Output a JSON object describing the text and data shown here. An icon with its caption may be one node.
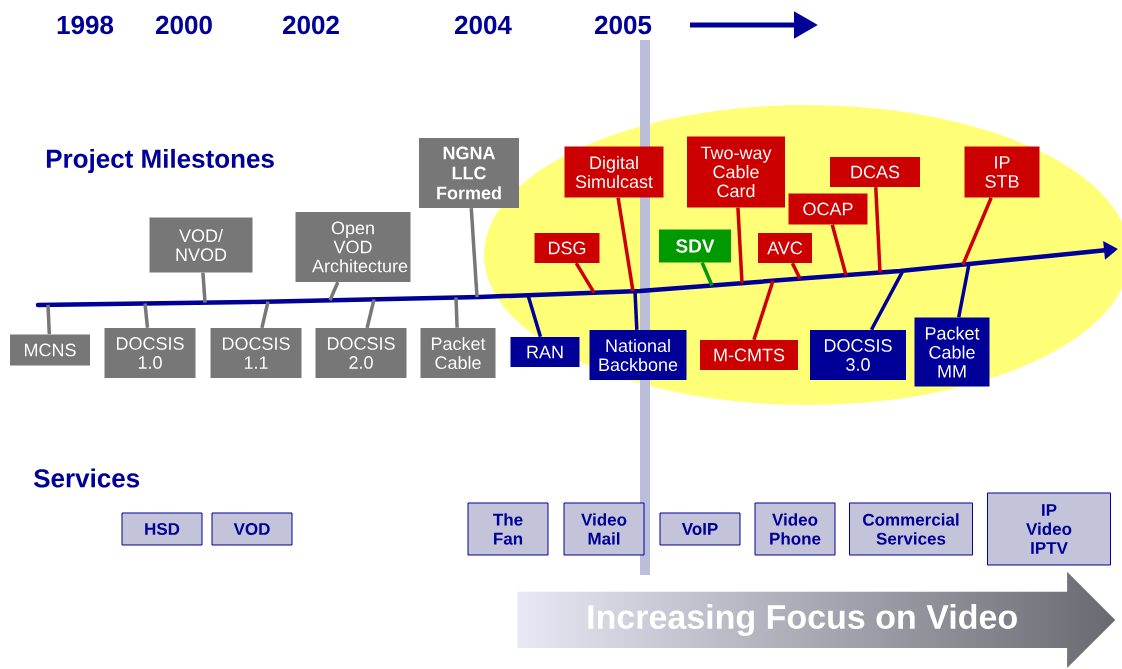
{
  "diagram": {
    "nodes": [
      {
        "text": [
          "NGNA LLC Formed"
        ]
      },
      {
        "text": [
          "Digital Simulcast"
        ]
      },
      {
        "text": [
          "Two-way Cable Card"
        ]
      },
      {
        "text": [
          "DCAS"
        ]
      },
      {
        "text": [
          "IP STB"
        ]
      },
      {
        "text": [
          "VOD/ NVOD"
        ]
      },
      {
        "text": [
          "Open VOD Architecture"
        ]
      },
      {
        "text": [
          "OCAP"
        ]
      },
      {
        "text": [
          "DSG"
        ]
      },
      {
        "text": [
          "SDV"
        ]
      },
      {
        "text": [
          "AVC"
        ]
      },
      {
        "text": [
          "MCNS"
        ]
      },
      {
        "text": [
          "DOCSIS 1.0"
        ]
      },
      {
        "text": [
          "DOCSIS 1.1"
        ]
      },
      {
        "text": [
          "DOCSIS 2.0"
        ]
      },
      {
        "text": [
          "Packet Cable"
        ]
      },
      {
        "text": [
          "RAN"
        ]
      },
      {
        "text": [
          "National Backbone"
        ]
      },
      {
        "text": [
          "M-CMTS"
        ]
      },
      {
        "text": [
          "DOCSIS 3.0"
        ]
      },
      {
        "text": [
          "Packet Cable MM"
        ]
      },
      {
        "text": [
          "HSD"
        ]
      },
      {
        "text": [
          "VOD"
        ]
      },
      {
        "text": [
          "The Fan"
        ]
      },
      {
        "text": [
          "Video Mail"
        ]
      },
      {
        "text": [
          "VoIP"
        ]
      },
      {
        "text": [
          "Video Phone"
        ]
      },
      {
        "text": [
          "Commercial Services"
        ]
      },
      {
        "text": [
          "IP Video IPTV"
        ]
      },
      {
        "text": [
          "Increasing Focus on Video"
        ]
      }
    ],
    "edges": [
      {
        "from": 0,
        "to": null,
        "arrow": "none",
        "color": "#777777"
      },
      {
        "from": 1,
        "to": null,
        "arrow": "none",
        "color": "#cc0000"
      },
      {
        "from": 2,
        "to": null,
        "arrow": "none",
        "color": "#cc0000"
      },
      {
        "from": 3,
        "to": null,
        "arrow": "none",
        "color": "#cc0000"
      },
      {
        "from": 4,
        "to": null,
        "arrow": "none",
        "color": "#cc0000"
      },
      {
        "from": 5,
        "to": null,
        "arrow": "none",
        "color": "#777777"
      },
      {
        "from": 6,
        "to": null,
        "arrow": "none",
        "color": "#777777"
      },
      {
        "from": 7,
        "to": null,
        "arrow": "none",
        "color": "#cc0000"
      },
      {
        "from": 8,
        "to": null,
        "arrow": "none",
        "color": "#cc0000"
      },
      {
        "from": 9,
        "to": null,
        "arrow": "none",
        "color": "#009900"
      },
      {
        "from": 10,
        "to": null,
        "arrow": "none",
        "color": "#cc0000"
      },
      {
        "from": 11,
        "to": null,
        "arrow": "none",
        "color": "#777777"
      },
      {
        "from": 12,
        "to": null,
        "arrow": "none",
        "color": "#777777"
      },
      {
        "from": 13,
        "to": null,
        "arrow": "none",
        "color": "#777777"
      },
      {
        "from": 14,
        "to": null,
        "arrow": "none",
        "color": "#777777"
      },
      {
        "from": 15,
        "to": null,
        "arrow": "none",
        "color": "#777777"
      },
      {
        "from": 16,
        "to": null,
        "arrow": "none",
        "color": "#000099"
      },
      {
        "from": 17,
        "to": null,
        "arrow": "none",
        "color": "#000099"
      },
      {
        "from": 18,
        "to": null,
        "arrow": "none",
        "color": "#cc0000"
      },
      {
        "from": 19,
        "to": null,
        "arrow": "none",
        "color": "#000099"
      },
      {
        "from": 20,
        "to": null,
        "arrow": "none",
        "color": "#000099"
      }
    ],
    "labels": [
      "1998",
      "2000",
      "2002",
      "2004",
      "2005",
      "Project Milestones",
      "Services"
    ]
  }
}
